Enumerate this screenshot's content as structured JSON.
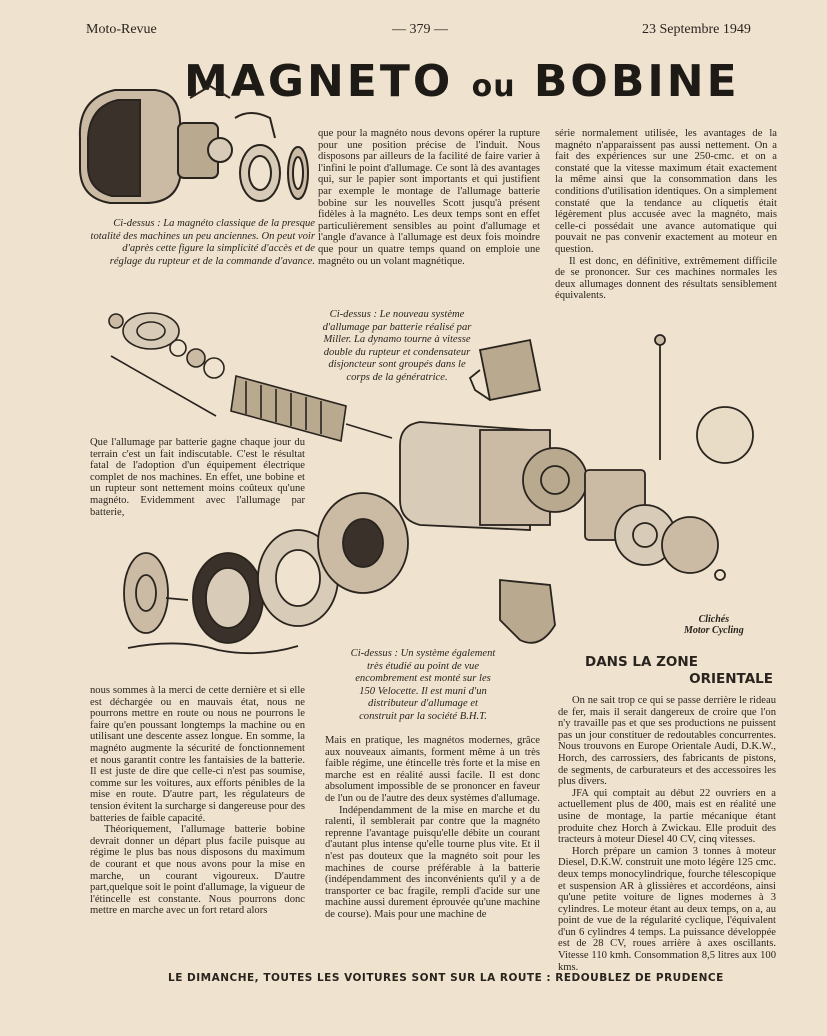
{
  "header": {
    "magazine": "Moto-Revue",
    "page_number": "— 379 —",
    "date": "23 Septembre 1949"
  },
  "title": {
    "word1": "MAGNETO",
    "word2": "ou",
    "word3": "BOBINE"
  },
  "captions": {
    "top_left": "Ci-dessus : La magnéto classique de la presque totalité des machines un peu anciennes. On peut voir d'après cette figure la simplicité d'accès et de réglage du rupteur et de la commande d'avance.",
    "miller": "Ci-dessus : Le nouveau système d'allumage par batterie réalisé par Miller. La dynamo tourne à vitesse double du rupteur et condensateur disjoncteur sont groupés dans le corps de la génératrice.",
    "velocette": "Ci-dessus : Un système également très étudié au point de vue encombrement est monté sur les 150 Velocette. Il est muni d'un distributeur d'allumage et construit par la société B.H.T.",
    "credit_line1": "Clichés",
    "credit_line2": "Motor Cycling"
  },
  "text": {
    "col2_top": "que pour la magnéto nous devons opérer la rupture pour une position précise de l'induit. Nous disposons par ailleurs de la facilité de faire varier à l'infini le point d'allumage. Ce sont là des avantages qui, sur le papier sont importants et qui justifient par exemple le montage de l'allumage batterie bobine sur les nouvelles Scott jusqu'à présent fidèles à la magnéto. Les deux temps sont en effet particulièrement sensibles au point d'allumage et l'angle d'avance à l'allumage est deux fois moindre que pour un quatre temps quand on emploie une magnéto ou un volant magnétique.",
    "col3_top_p1": "série normalement utilisée, les avantages de la magnéto n'apparaissent pas aussi nettement. On a fait des expériences sur une 250-cmc. et on a constaté que la vitesse maximum était exactement la même ainsi que la consommation dans les conditions d'utilisation identiques. On a simplement constaté que la tendance au cliquetis était légèrement plus accusée avec la magnéto, mais celle-ci possédait une avance automatique qui pouvait ne pas convenir exactement au moteur en question.",
    "col3_top_p2": "Il est donc, en définitive, extrêmement difficile de se prononcer. Sur ces machines normales les deux allumages donnent des résultats sensiblement équivalents.",
    "intro": "Que l'allumage par batterie gagne chaque jour du terrain c'est un fait indiscutable. C'est le résultat fatal de l'adoption d'un équipement électrique complet de nos machines. En effet, une bobine et un rupteur sont nettement moins coûteux qu'une magnéto. Evidemment avec l'allumage par batterie,",
    "col1_bottom_p1": "nous sommes à la merci de cette dernière et si elle est déchargée ou en mauvais état, nous ne pourrons mettre en route ou nous ne pourrons le faire qu'en poussant longtemps la machine ou en utilisant une descente assez longue. En somme, la magnéto augmente la sécurité de fonctionnement et nous garantit contre les fantaisies de la batterie. Il est juste de dire que celle-ci n'est pas soumise, comme sur les voitures, aux efforts pénibles de la mise en route. D'autre part, les régulateurs de tension évitent la surcharge si dangereuse pour des batteries de faible capacité.",
    "col1_bottom_p2": "Théoriquement, l'allumage batterie bobine devrait donner un départ plus facile puisque au régime le plus bas nous disposons du maximum de courant et que nous avons pour la mise en marche, un courant vigoureux. D'autre part,quelque soit le point d'allumage, la vigueur de l'étincelle est constante. Nous pourrons donc mettre en marche avec un fort retard alors",
    "col2_bottom_p1": "Mais en pratique, les magnétos modernes, grâce aux nouveaux aimants, forment même à un très faible régime, une étincelle très forte et la mise en marche est en réalité aussi facile. Il est donc absolument impossible de se prononcer en faveur de l'un ou de l'autre des deux systèmes d'allumage.",
    "col2_bottom_p2": "Indépendamment de la mise en marche et du ralenti, il semblerait par contre que la magnéto reprenne l'avantage puisqu'elle débite un courant d'autant plus intense qu'elle tourne plus vite. Et il n'est pas douteux que la magnéto soit pour les machines de course préférable à la batterie (indépendamment des inconvénients qu'il y a de transporter ce bac fragile, rempli d'acide sur une machine aussi durement éprouvée qu'une machine de course). Mais pour une machine de",
    "zone_heading_line1": "DANS LA ZONE",
    "zone_heading_line2": "ORIENTALE",
    "zone_p1": "On ne sait trop ce qui se passe derrière le rideau de fer, mais il serait dangereux de croire que l'on n'y travaille pas et que ses productions ne puissent pas un jour constituer de redoutables concurrentes. Nous trouvons en Europe Orientale Audi, D.K.W., Horch, des carrossiers, des fabricants de pistons, de segments, de carburateurs et des accessoires les plus divers.",
    "zone_p2": "JFA qui comptait au début 22 ouvriers en a actuellement plus de 400, mais est en réalité une usine de montage, la partie mécanique étant produite chez Horch à Zwickau. Elle produit des tracteurs à moteur Diesel 40 CV, cinq vitesses.",
    "zone_p3": "Horch prépare un camion 3 tonnes à moteur Diesel, D.K.W. construit une moto légère 125 cmc. deux temps monocylindrique, fourche télescopique et suspension AR à glissières et accordéons, ainsi qu'une petite voiture de lignes modernes à 3 cylindres. Le moteur étant au deux temps, on a, au point de vue de la régularité cyclique, l'équivalent d'un 6 cylindres 4 temps. La puissance développée est de 28 CV, roues arrière à axes oscillants. Vitesse 110 kmh. Consommation 8,5 litres aux 100 kms."
  },
  "footer": {
    "slogan": "LE DIMANCHE, TOUTES LES VOITURES SONT SUR LA ROUTE : REDOUBLEZ DE PRUDENCE"
  },
  "colors": {
    "paper": "#efe3cf",
    "ink": "#2a241e"
  }
}
